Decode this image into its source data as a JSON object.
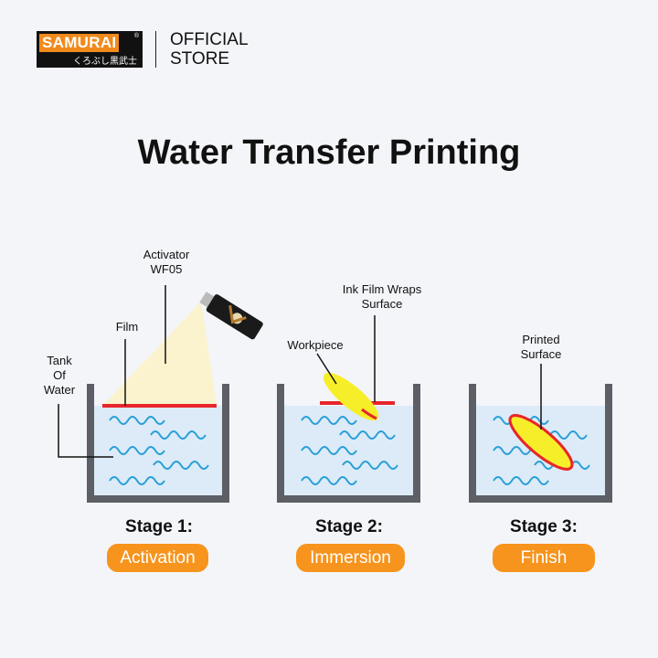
{
  "brand": {
    "logo_text": "SAMURAI",
    "logo_subtext": "くろぶし黒武士",
    "store_line1": "OFFICIAL",
    "store_line2": "STORE"
  },
  "title": "Water Transfer Printing",
  "labels": {
    "activator_1": "Activator",
    "activator_2": "WF05",
    "film": "Film",
    "tank_1": "Tank",
    "tank_2": "Of",
    "tank_3": "Water",
    "workpiece": "Workpiece",
    "wraps_1": "Ink Film Wraps",
    "wraps_2": "Surface",
    "printed_1": "Printed",
    "printed_2": "Surface"
  },
  "stages": [
    {
      "title": "Stage 1:",
      "name": "Activation"
    },
    {
      "title": "Stage 2:",
      "name": "Immersion"
    },
    {
      "title": "Stage 3:",
      "name": "Finish"
    }
  ],
  "colors": {
    "accent": "#f7941d",
    "film": "#e8262b",
    "water": "#dceef9",
    "wave": "#2a9fd8",
    "tank": "#5c5f66",
    "workpiece": "#f7ee2a"
  }
}
